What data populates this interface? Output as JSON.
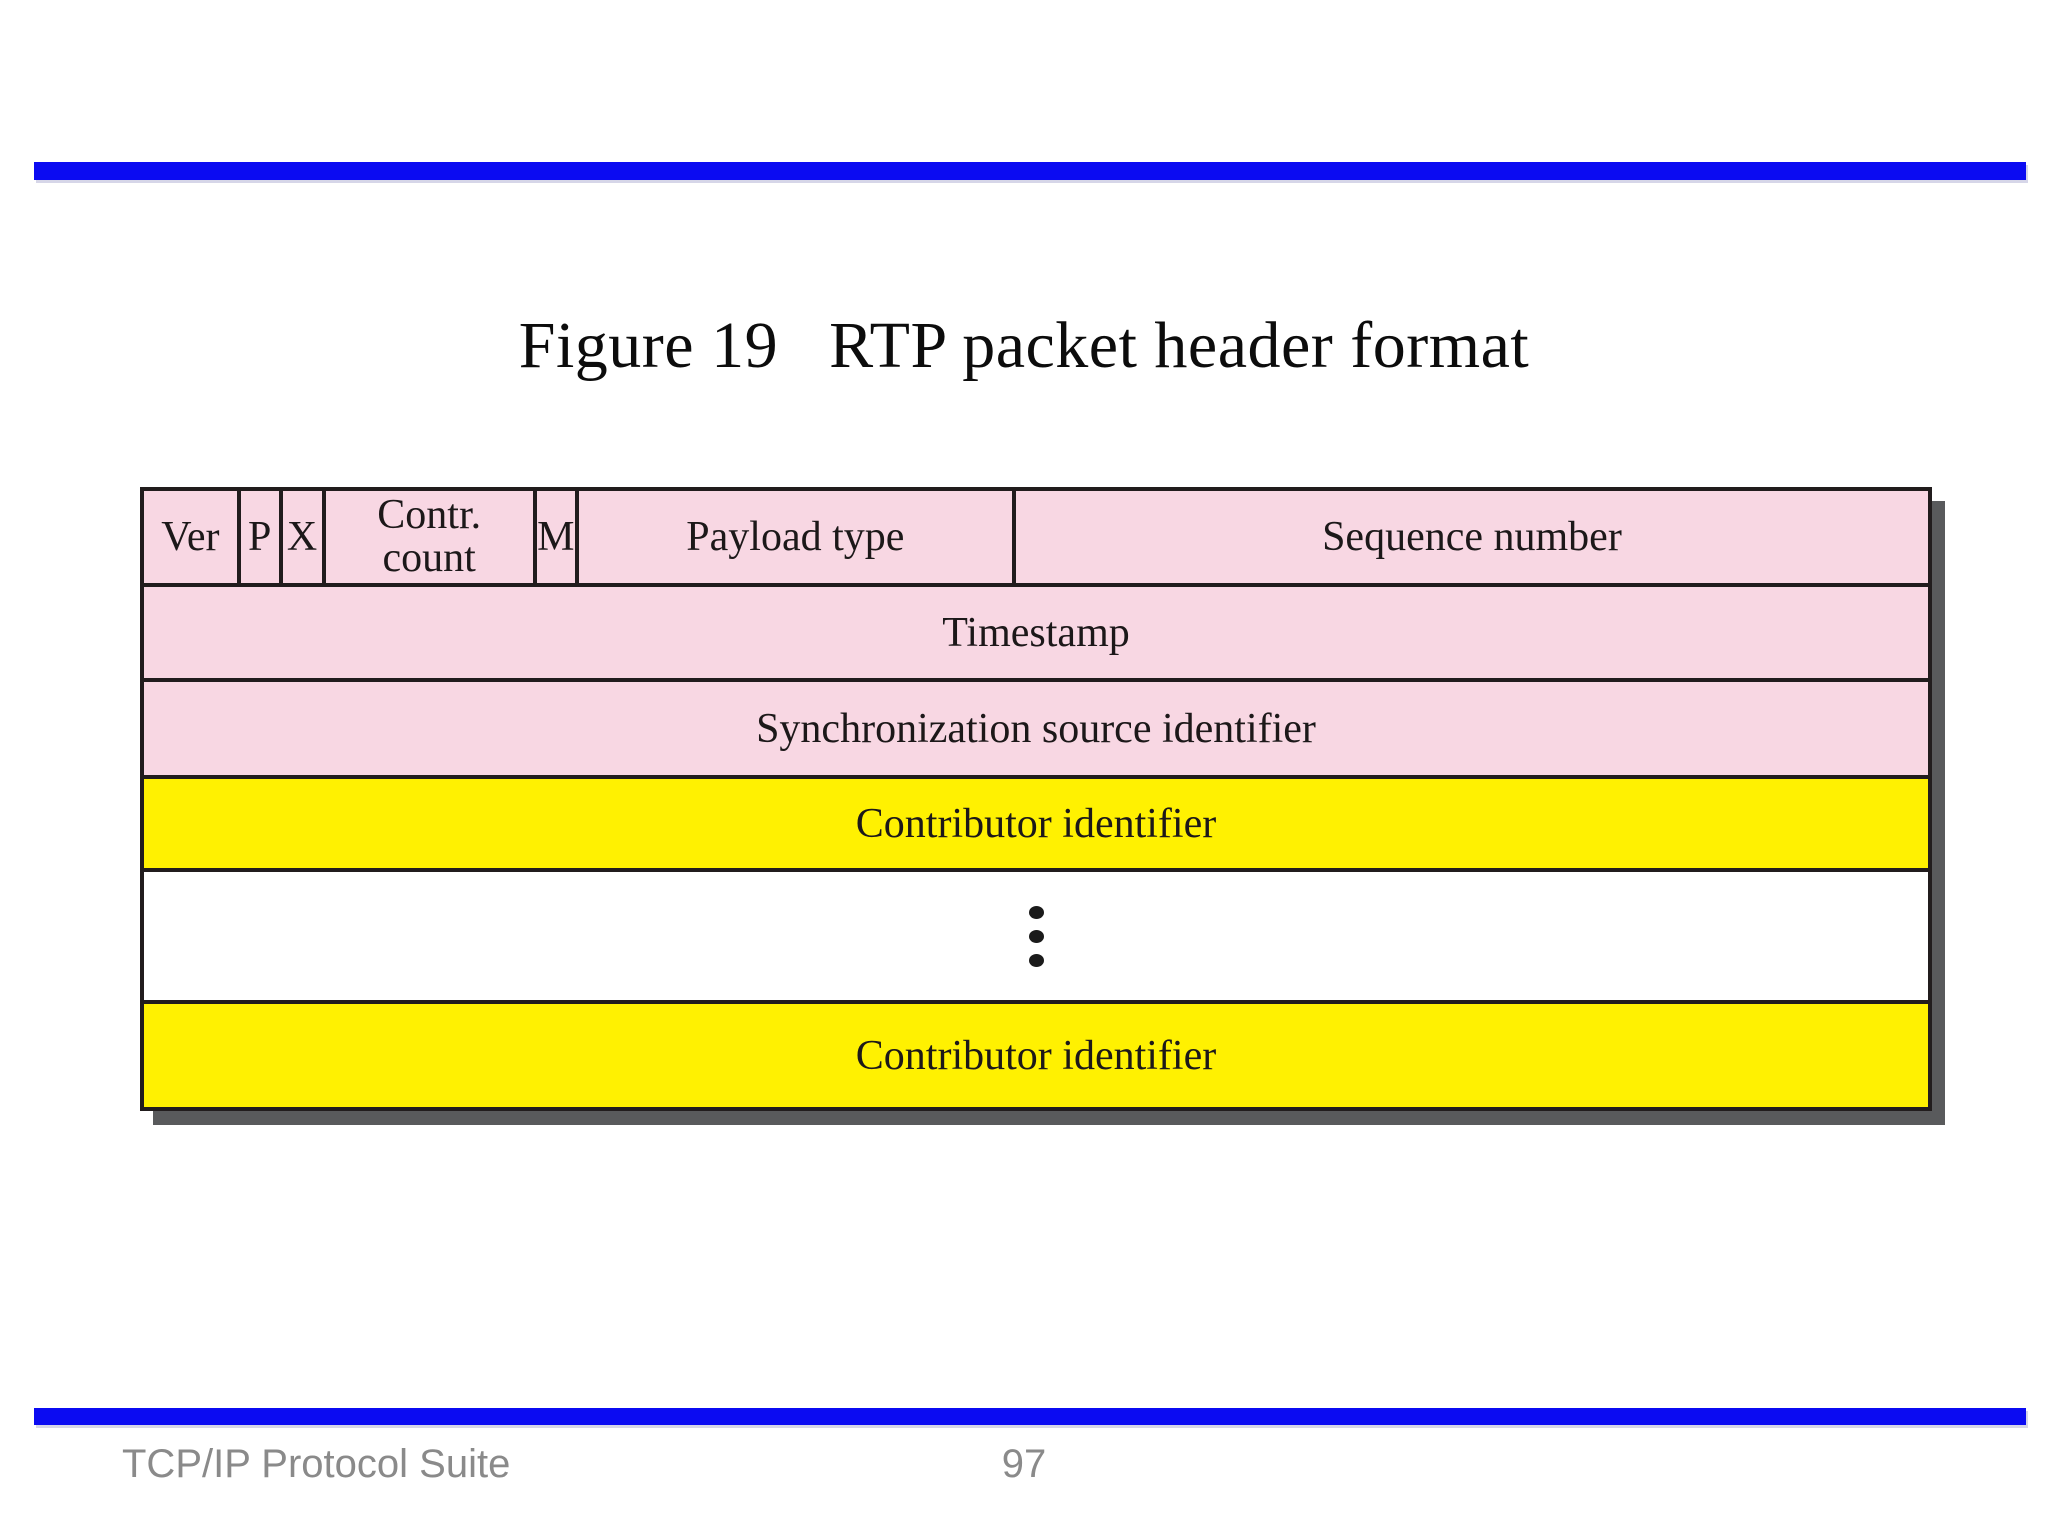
{
  "slide": {
    "title": "Figure 19   RTP packet header format",
    "footer_left": "TCP/IP Protocol Suite",
    "page_number": "97"
  },
  "diagram": {
    "header_fields": [
      "Ver",
      "P",
      "X",
      "Contr.\ncount",
      "M",
      "Payload type",
      "Sequence number"
    ],
    "timestamp_label": "Timestamp",
    "sync_source_label": "Synchronization source identifier",
    "contributor_label": "Contributor identifier",
    "ellipsis": "vertical-dots",
    "colors": {
      "field_pink": "#f8d7e3",
      "contributor_yellow": "#fff101",
      "border_black": "#211c1d",
      "drop_shadow_gray": "#595a5c"
    }
  },
  "colors": {
    "divider_blue": "#0b0bf2",
    "footer_gray": "#8a8a8a",
    "background": "#ffffff"
  }
}
